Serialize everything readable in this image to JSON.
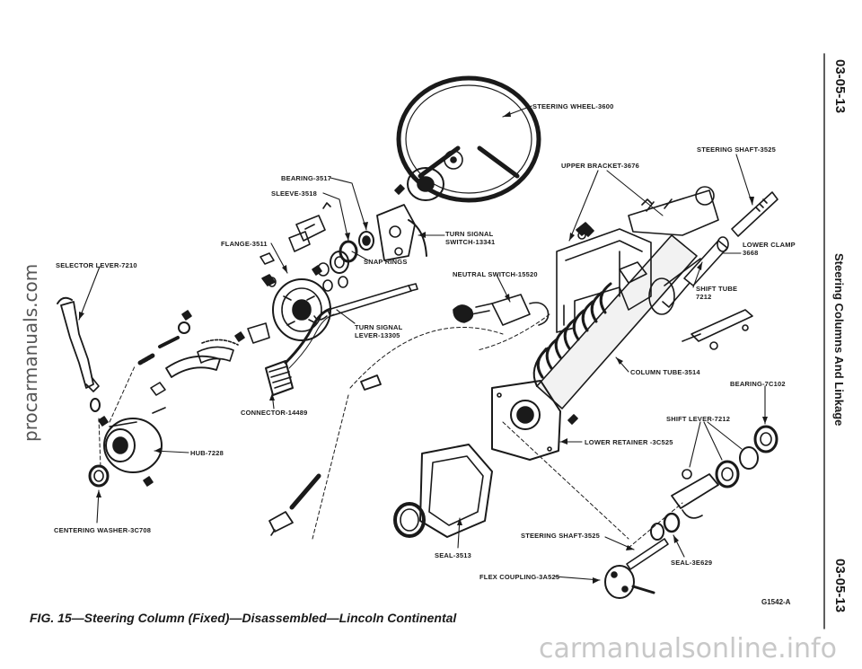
{
  "figure": {
    "caption": "FIG. 15—Steering Column (Fixed)—Disassembled—Lincoln Continental",
    "code": "G1542-A"
  },
  "margin": {
    "page_top": "03-05-13",
    "section": "Steering Columns And Linkage",
    "page_bottom": "03-05-13"
  },
  "watermarks": {
    "left": "procarmanuals.com",
    "bottom": "carmanualsonline.info"
  },
  "labels": {
    "steering_wheel": "STEERING WHEEL-3600",
    "steering_shaft_top": "STEERING SHAFT-3525",
    "upper_bracket": "UPPER BRACKET-3676",
    "bearing_3517": "BEARING-3517",
    "sleeve": "SLEEVE-3518",
    "flange": "FLANGE-3511",
    "turn_signal_switch": "TURN SIGNAL\nSWITCH-13341",
    "snap_rings": "SNAP RINGS",
    "selector_lever": "SELECTOR LEVER-7210",
    "neutral_switch": "NEUTRAL SWITCH-15520",
    "lower_clamp": "LOWER CLAMP\n3668",
    "shift_tube": "SHIFT TUBE\n7212",
    "turn_signal_lever": "TURN SIGNAL\nLEVER-13305",
    "column_tube": "COLUMN TUBE-3514",
    "bearing_7c102": "BEARING-7C102",
    "connector": "CONNECTOR-14489",
    "shift_lever": "SHIFT LEVER-7212",
    "lower_retainer": "LOWER RETAINER -3C525",
    "hub": "HUB-7228",
    "centering_washer": "CENTERING WASHER-3C708",
    "steering_shaft_bottom": "STEERING SHAFT-3525",
    "seal_3513": "SEAL-3513",
    "seal_3e629": "SEAL-3E629",
    "flex_coupling": "FLEX COUPLING-3A525"
  }
}
